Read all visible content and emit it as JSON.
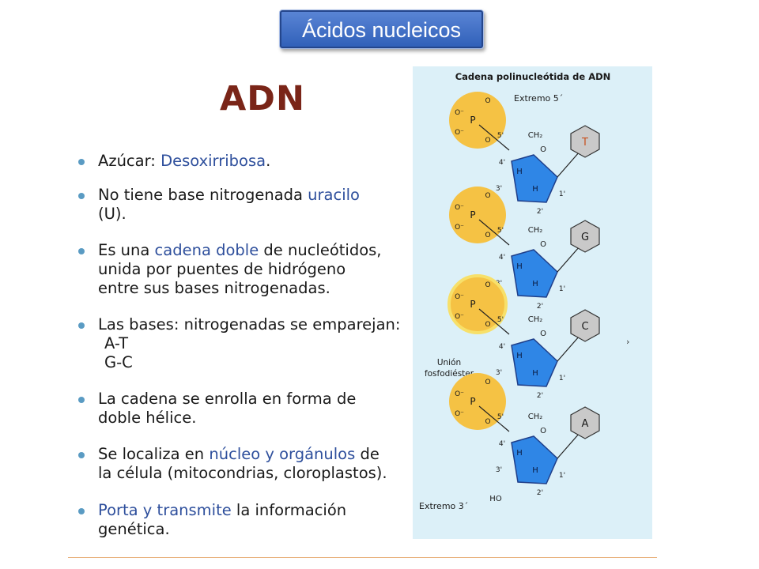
{
  "header": {
    "topic_badge": "Ácidos nucleicos"
  },
  "slide": {
    "title": "ADN",
    "bullets": [
      {
        "parts": [
          {
            "text": "Azúcar: "
          },
          {
            "text": "Desoxirribosa",
            "hl": true
          },
          {
            "text": "."
          }
        ]
      },
      {
        "lines": [
          [
            {
              "text": "No tiene base nitrogenada "
            },
            {
              "text": "uracilo",
              "hl": true
            }
          ],
          [
            {
              "text": "(U)."
            }
          ]
        ]
      },
      {
        "lines": [
          [
            {
              "text": "Es una "
            },
            {
              "text": "cadena doble",
              "hl": true
            },
            {
              "text": " de nucleótidos,"
            }
          ],
          [
            {
              "text": "unida por puentes de hidrógeno"
            }
          ],
          [
            {
              "text": "entre sus bases nitrogenadas."
            }
          ]
        ]
      },
      {
        "lines": [
          [
            {
              "text": "Las bases: nitrogenadas se emparejan:"
            }
          ]
        ],
        "pairs": [
          "A-T",
          "G-C"
        ]
      },
      {
        "lines": [
          [
            {
              "text": "La cadena se enrolla en forma de"
            }
          ],
          [
            {
              "text": "doble hélice."
            }
          ]
        ]
      },
      {
        "lines": [
          [
            {
              "text": "Se localiza en "
            },
            {
              "text": "núcleo y orgánulos",
              "hl": true
            },
            {
              "text": " de"
            }
          ],
          [
            {
              "text": "la célula (mitocondrias, cloroplastos)."
            }
          ]
        ]
      },
      {
        "lines": [
          [
            {
              "text": "Porta y transmite",
              "hl": true
            },
            {
              "text": " la información"
            }
          ],
          [
            {
              "text": "genética."
            }
          ]
        ]
      }
    ]
  },
  "diagram": {
    "title": "Cadena polinucleótida de ADN",
    "label_5_end": "Extremo 5´",
    "label_3_end": "Extremo 3´",
    "label_bond": [
      "Unión",
      "fosfodiéster"
    ],
    "carbon_labels": [
      "5'",
      "4'",
      "3'",
      "2'",
      "1'"
    ],
    "ring_atom": "H",
    "sugar_ch2": "CH",
    "sugar_o": "O",
    "phosphate": {
      "p": "P",
      "o_minus": "O⁻",
      "o": "O"
    },
    "terminal_ho": "HO",
    "bases": [
      {
        "letter": "T",
        "color": "#c8501e"
      },
      {
        "letter": "G",
        "color": "#1a1a1a"
      },
      {
        "letter": "C",
        "color": "#1a1a1a"
      },
      {
        "letter": "A",
        "color": "#1a1a1a"
      }
    ],
    "colors": {
      "phosphate": "#f5c244",
      "sugar": "#2f86e6",
      "base": "#c9c9c9",
      "background": "#dcf0f8"
    }
  }
}
